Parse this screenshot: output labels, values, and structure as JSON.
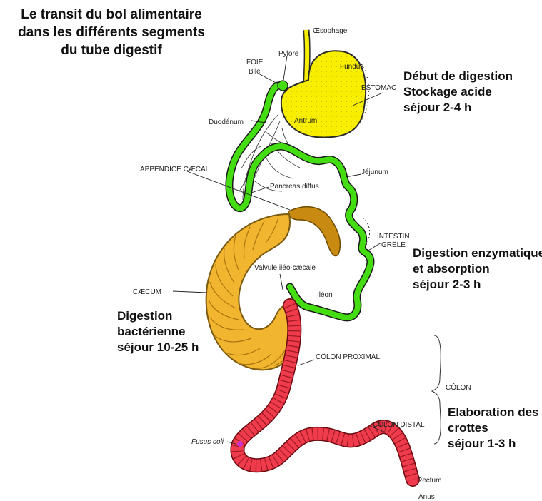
{
  "title": {
    "line1": "Le transit du bol alimentaire",
    "line2": "dans les différents segments",
    "line3": "du tube digestif"
  },
  "labels": {
    "oesophage": "Œsophage",
    "pylore": "Pylore",
    "foie": "FOIE",
    "bile": "Bile",
    "fundus": "Fundus",
    "estomac": "ESTOMAC",
    "antrum": "Antrum",
    "duodenum": "Duodénum",
    "appendice": "APPENDICE CÆCAL",
    "jejunum": "Jéjunum",
    "pancreas": "Pancreas diffus",
    "intestin": "INTESTIN",
    "grele": "GRÊLE",
    "valvule": "Valvule iléo-cæcale",
    "caecum": "CÆCUM",
    "ileon": "Iléon",
    "colon_proximal": "CÔLON PROXIMAL",
    "colon": "CÔLON",
    "colon_distal": "CÔLON DISTAL",
    "fusus_coli": "Fusus coli",
    "rectum": "Rectum",
    "anus": "Anus"
  },
  "stages": {
    "stomach": {
      "line1": "Début de digestion",
      "line2": "Stockage acide",
      "line3": "séjour 2-4 h"
    },
    "small_intestine": {
      "line1": "Digestion enzymatique",
      "line2": "et absorption",
      "line3": "séjour 2-3 h"
    },
    "caecum": {
      "line1": "Digestion",
      "line2": "bactérienne",
      "line3": "séjour 10-25 h"
    },
    "colon": {
      "line1": "Elaboration des",
      "line2": "crottes",
      "line3": "séjour 1-3 h"
    }
  },
  "colors": {
    "stomach": "#f7ee00",
    "small_intestine": "#44dd11",
    "caecum": "#f2b530",
    "appendix": "#c98a12",
    "colon": "#ef3b4b",
    "fusus_coli": "#cc33cc"
  }
}
